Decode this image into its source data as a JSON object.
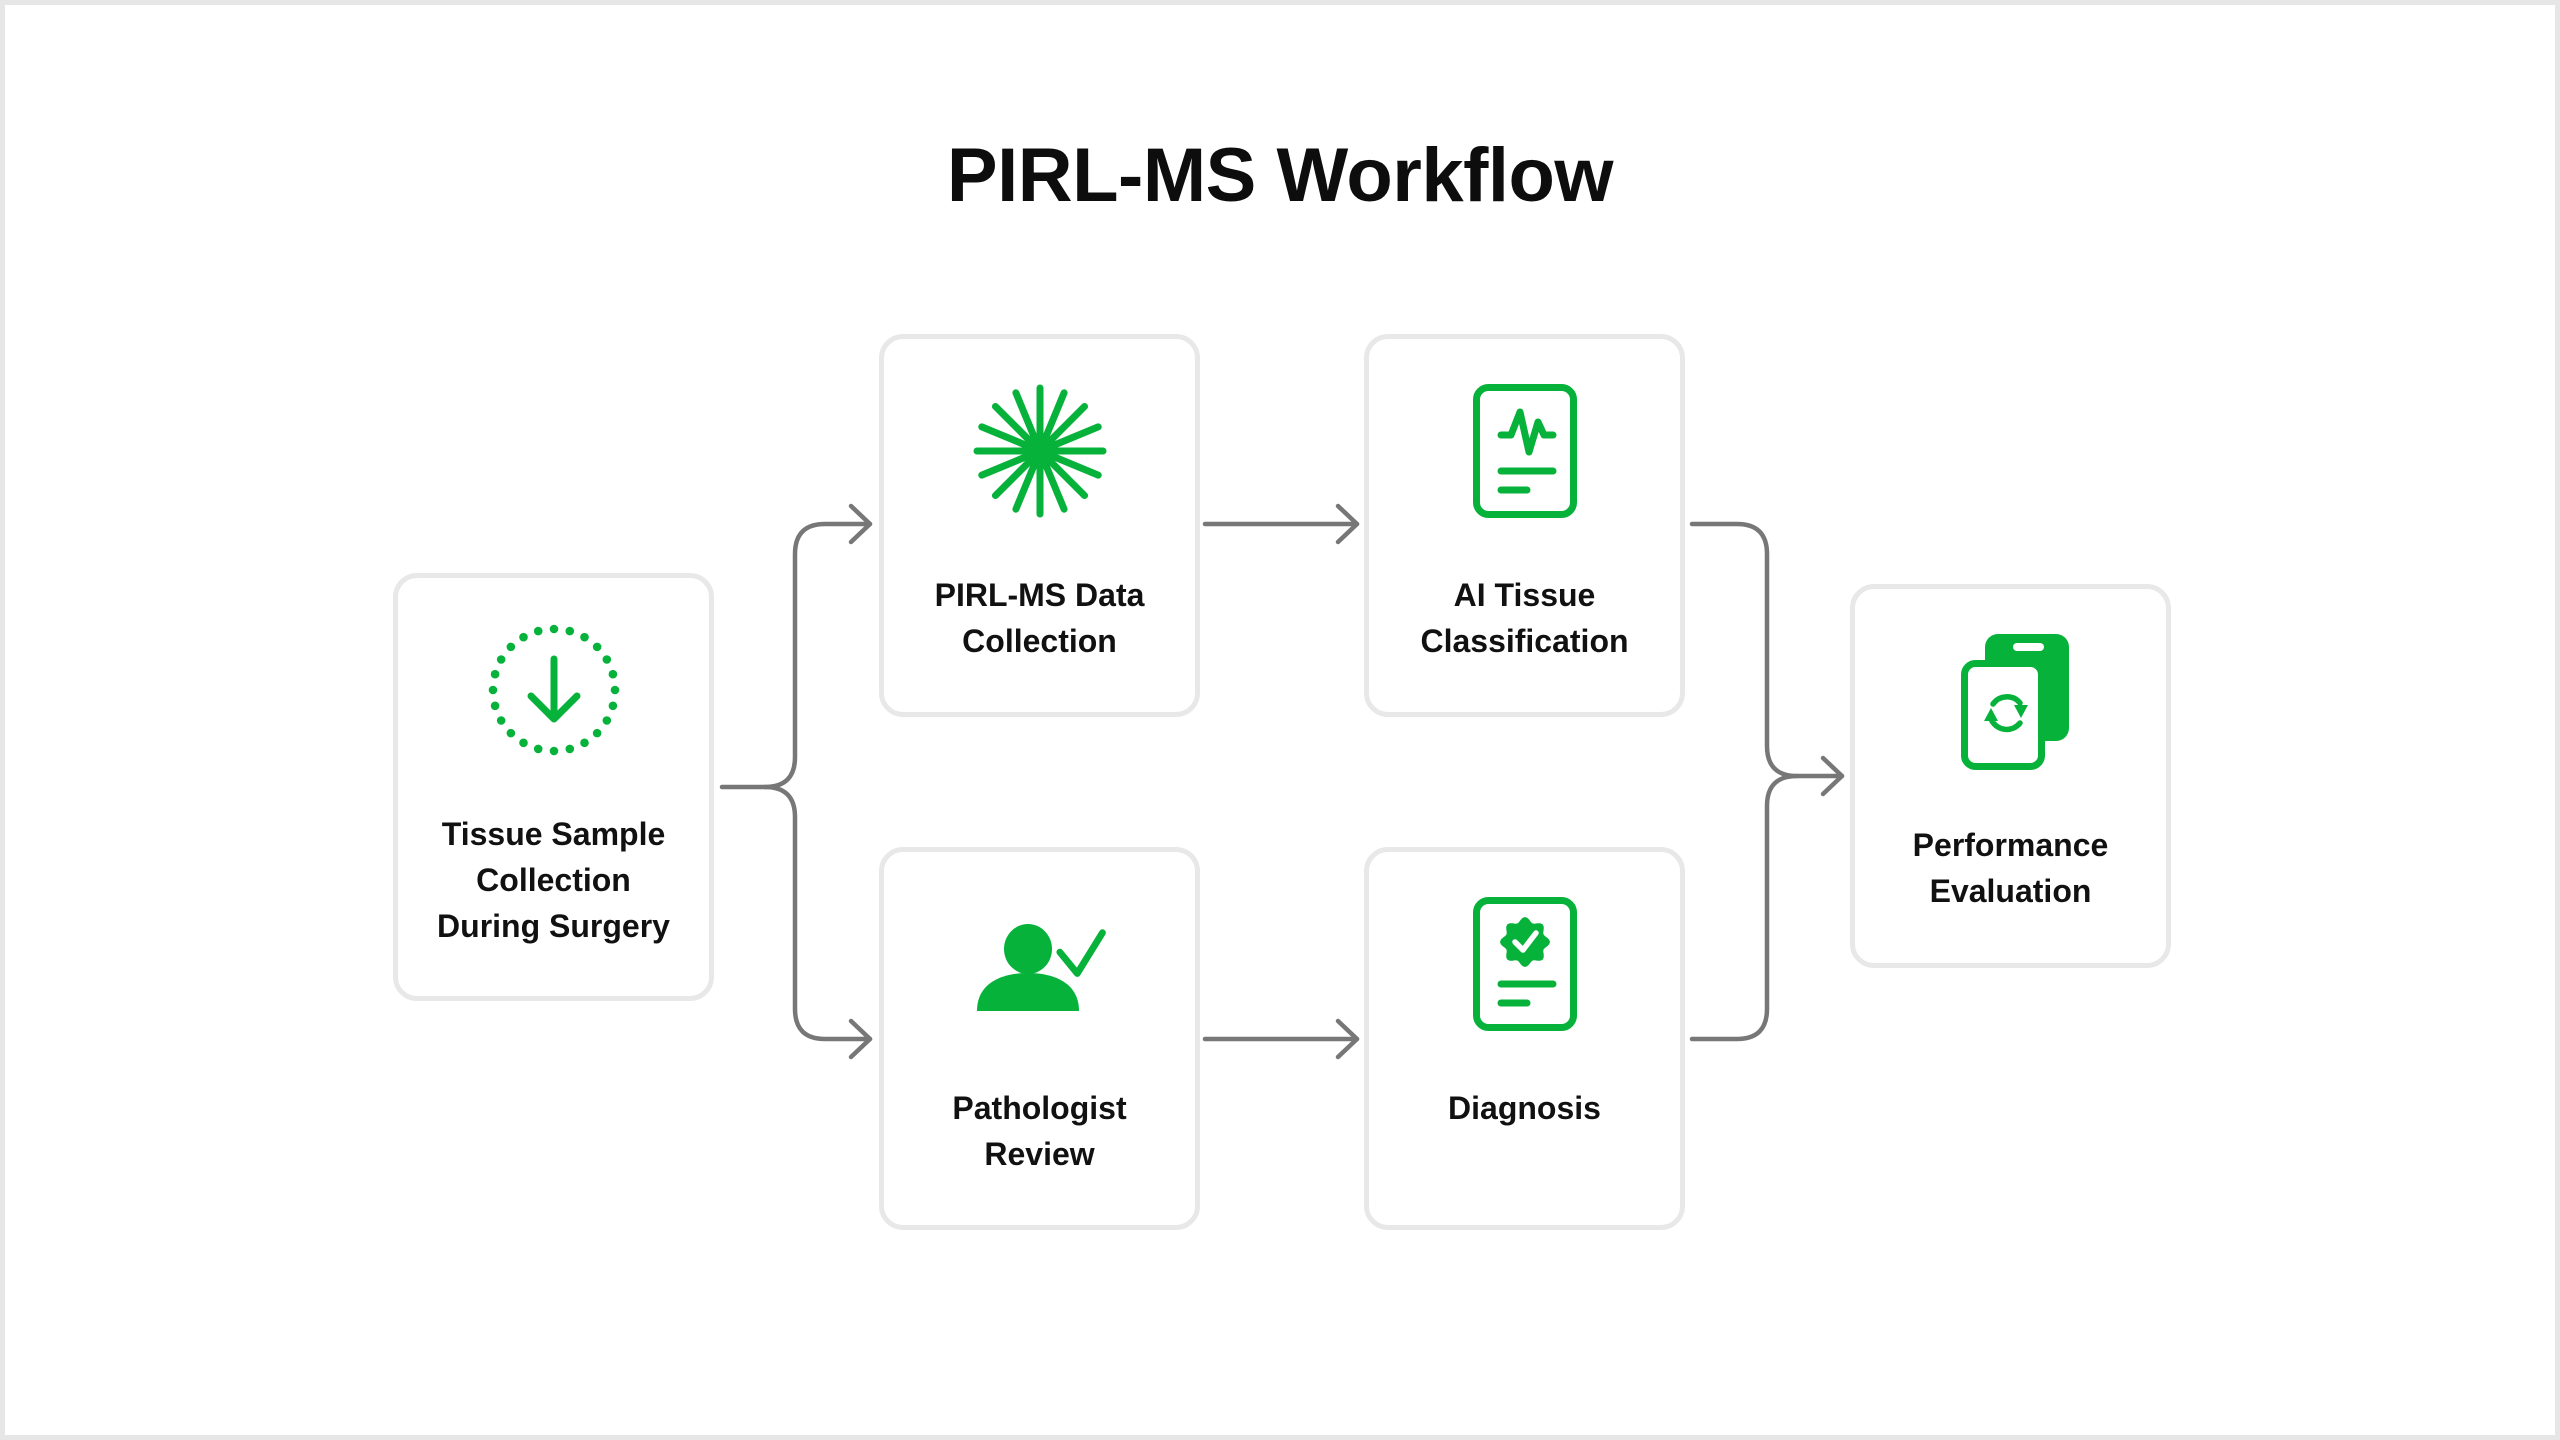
{
  "title": "PIRL-MS Workflow",
  "colors": {
    "accent": "#07b23b",
    "connector": "#777777",
    "card_border": "#e8e8e8",
    "text": "#111111"
  },
  "steps": [
    {
      "id": "tissue",
      "icon": "dotted-circle-download-icon",
      "lines": [
        "Tissue Sample",
        "Collection",
        "During Surgery"
      ]
    },
    {
      "id": "pirl",
      "icon": "starburst-icon",
      "lines": [
        "PIRL-MS Data",
        "Collection"
      ]
    },
    {
      "id": "ai",
      "icon": "medical-report-pulse-icon",
      "lines": [
        "AI Tissue",
        "Classification"
      ]
    },
    {
      "id": "pathologist",
      "icon": "user-check-icon",
      "lines": [
        "Pathologist",
        "Review"
      ]
    },
    {
      "id": "diagnosis",
      "icon": "certified-report-icon",
      "lines": [
        "Diagnosis"
      ]
    },
    {
      "id": "performance",
      "icon": "device-sync-icon",
      "lines": [
        "Performance",
        "Evaluation"
      ]
    }
  ],
  "flows": [
    {
      "from": "tissue",
      "to": "pirl"
    },
    {
      "from": "tissue",
      "to": "pathologist"
    },
    {
      "from": "pirl",
      "to": "ai"
    },
    {
      "from": "pathologist",
      "to": "diagnosis"
    },
    {
      "from": "ai",
      "to": "performance"
    },
    {
      "from": "diagnosis",
      "to": "performance"
    }
  ]
}
